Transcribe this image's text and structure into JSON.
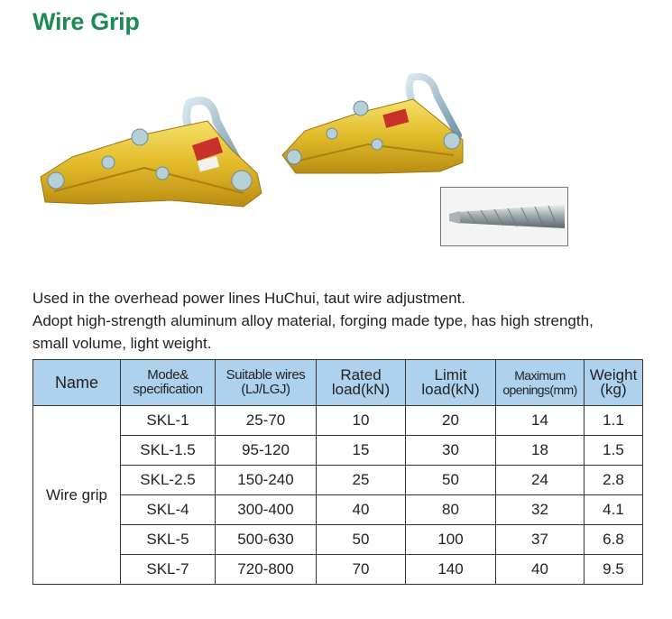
{
  "title": "Wire Grip",
  "description": [
    "Used in the overhead power lines HuChui, taut wire adjustment.",
    "Adopt high-strength aluminum alloy material, forging made type, has high strength,",
    "small volume, light weight."
  ],
  "table": {
    "headers": [
      [
        "Name"
      ],
      [
        "Mode&",
        "specification"
      ],
      [
        "Suitable wires",
        "(LJ/LGJ)"
      ],
      [
        "Rated",
        "load(kN)"
      ],
      [
        "Limit",
        "load(kN)"
      ],
      [
        "Maximum",
        "openings(mm)"
      ],
      [
        "Weight",
        "(kg)"
      ]
    ],
    "group_name": "Wire grip",
    "rows": [
      [
        "SKL-1",
        "25-70",
        "10",
        "20",
        "14",
        "1.1"
      ],
      [
        "SKL-1.5",
        "95-120",
        "15",
        "30",
        "18",
        "1.5"
      ],
      [
        "SKL-2.5",
        "150-240",
        "25",
        "50",
        "24",
        "2.8"
      ],
      [
        "SKL-4",
        "300-400",
        "40",
        "80",
        "32",
        "4.1"
      ],
      [
        "SKL-5",
        "500-630",
        "50",
        "100",
        "37",
        "6.8"
      ],
      [
        "SKL-7",
        "720-800",
        "70",
        "140",
        "40",
        "9.5"
      ]
    ]
  },
  "colors": {
    "title": "#1c8a55",
    "header_bg": "#aed2ee",
    "grip_body": "#e8c53a"
  },
  "images": {
    "large_grip": "wire-grip-large-photo",
    "small_grip": "wire-grip-small-photo",
    "cable": "stranded-cable-photo"
  }
}
